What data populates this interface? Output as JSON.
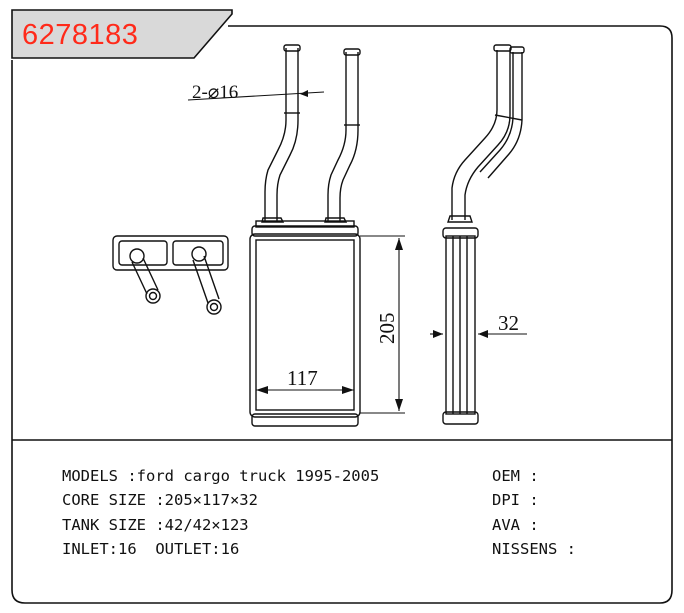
{
  "part_number": "6278183",
  "drawing": {
    "pipe_label": "2-⌀16",
    "height_dim": "205",
    "width_dim": "117",
    "depth_dim": "32"
  },
  "specs": {
    "models": "MODELS :ford cargo truck 1995-2005",
    "core_size": "CORE SIZE :205×117×32",
    "tank_size": "TANK SIZE :42/42×123",
    "inlet_outlet": "INLET:16  OUTLET:16",
    "oem": "OEM :",
    "dpi": "DPI :",
    "ava": "AVA :",
    "nissens": "NISSENS :"
  },
  "colors": {
    "accent": "#ff2a1a",
    "tab_gray": "#d9d9d9",
    "line": "#111111"
  }
}
